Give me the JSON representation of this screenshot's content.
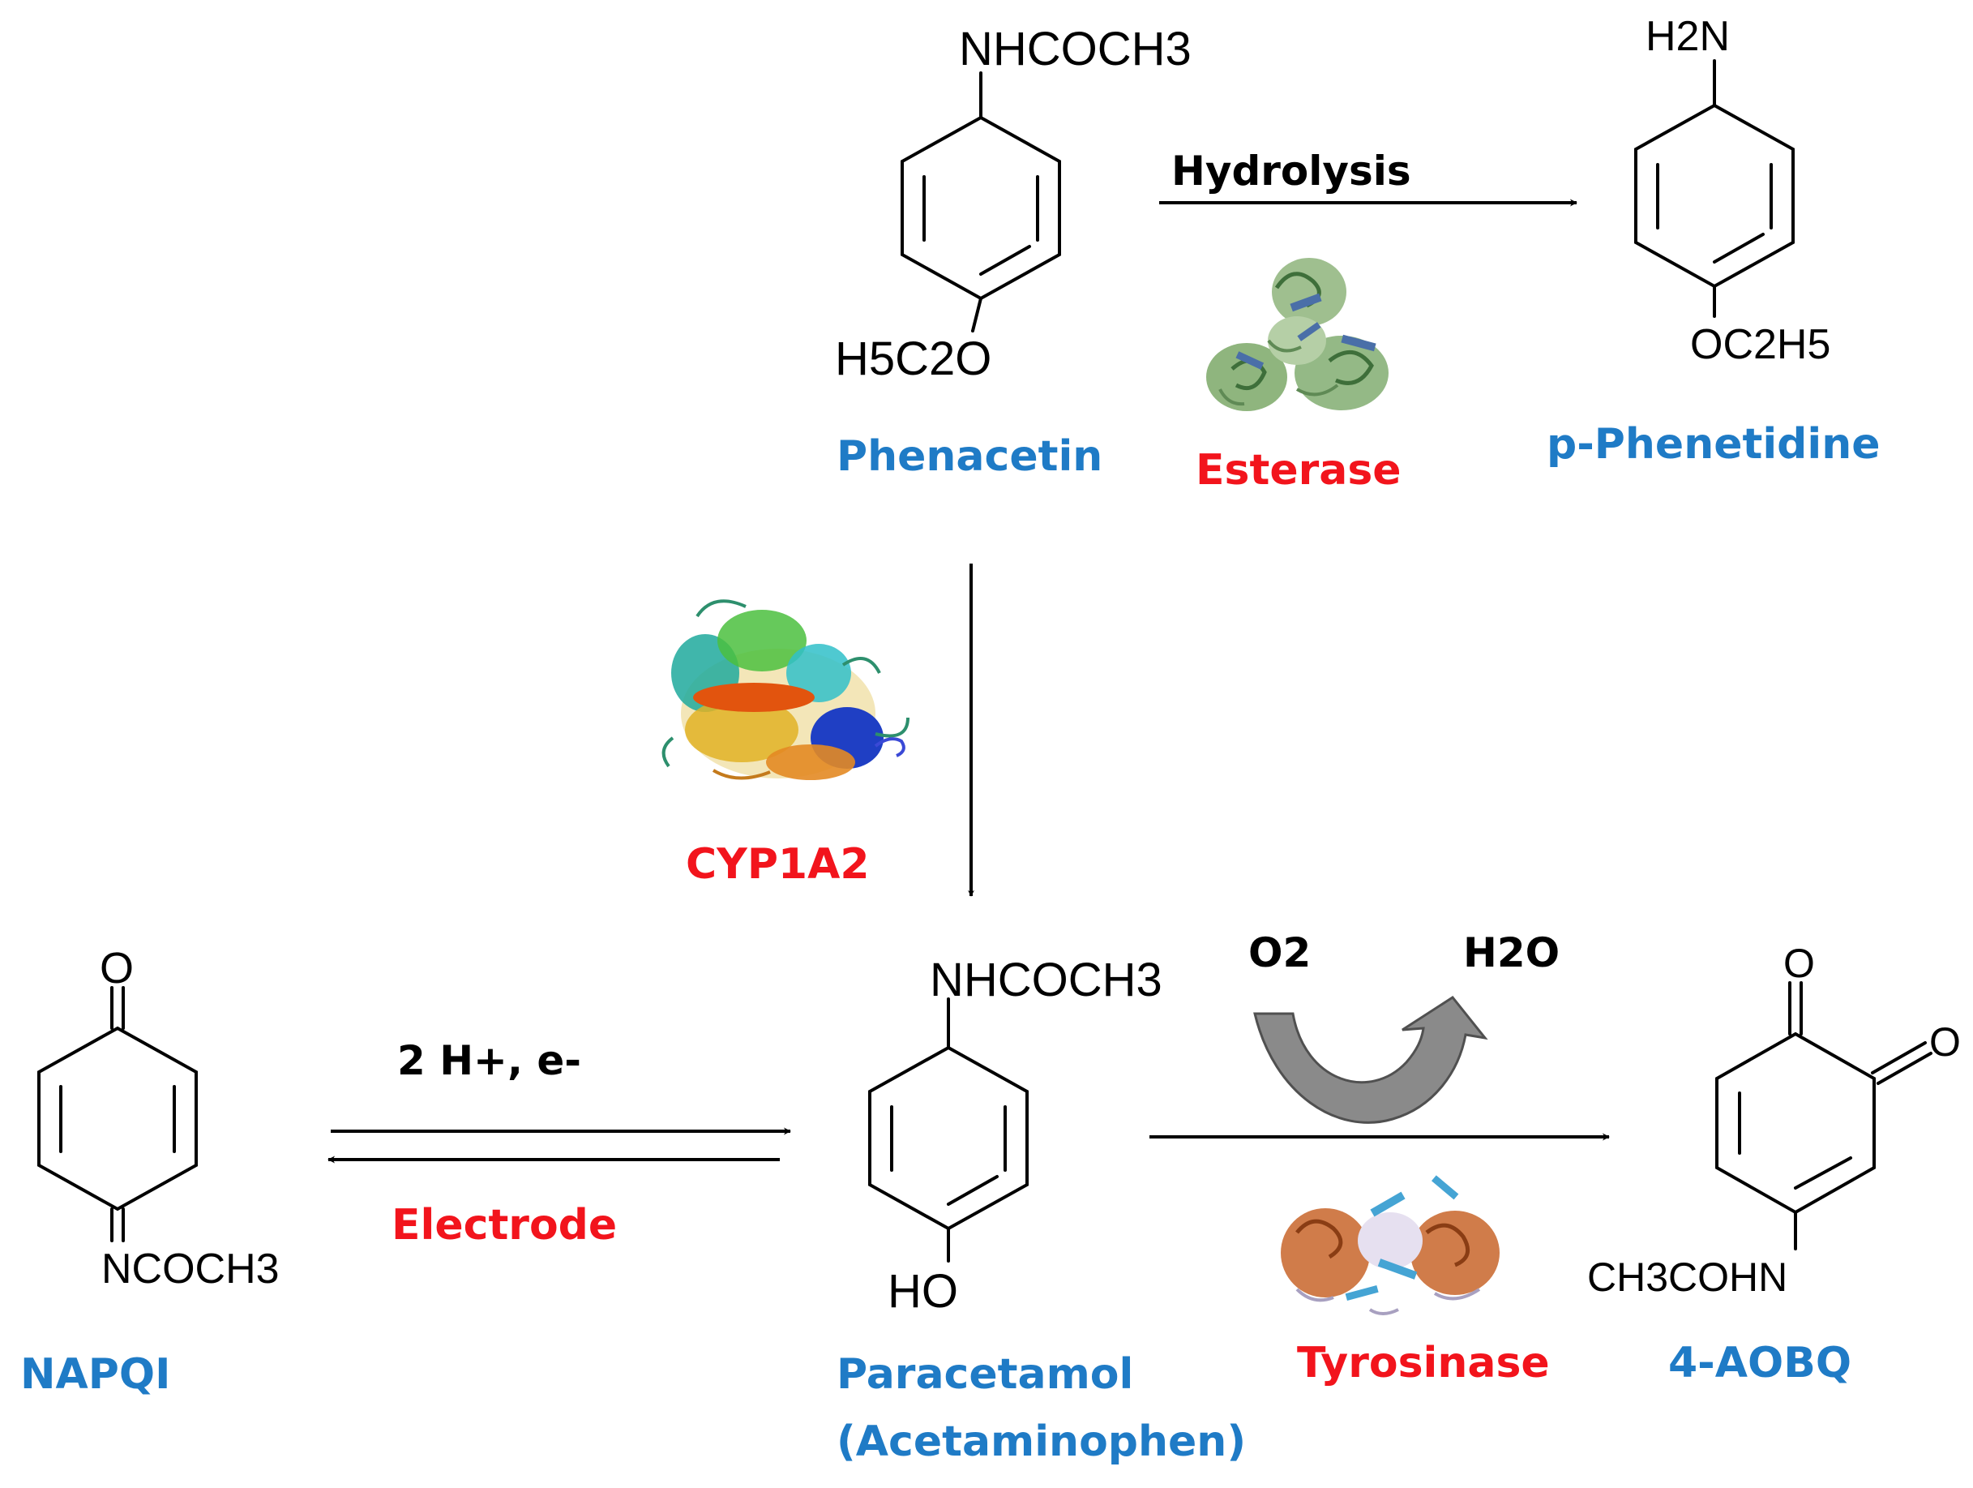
{
  "colors": {
    "compound_name": "#1f7bc6",
    "enzyme_name": "#f2141c",
    "text": "#000000",
    "curved_arrow": "#808080"
  },
  "compounds": {
    "phenacetin": {
      "name": "Phenacetin",
      "top_group": "NHCOCH3",
      "bottom_group": "H5C2O"
    },
    "p_phenetidine": {
      "name": "p-Phenetidine",
      "top_group": "H2N",
      "bottom_group": "OC2H5"
    },
    "paracetamol": {
      "name_line1": "Paracetamol",
      "name_line2": "(Acetaminophen)",
      "top_group": "NHCOCH3",
      "bottom_group": "HO"
    },
    "napqi": {
      "name": "NAPQI",
      "top_group": "O",
      "bottom_group": "NCOCH3"
    },
    "aobq": {
      "name": "4-AOBQ",
      "oxygen_1": "O",
      "oxygen_2": "O",
      "bottom_group": "CH3COHN"
    }
  },
  "reactions": {
    "hydrolysis": {
      "label": "Hydrolysis",
      "enzyme": "Esterase",
      "enzyme_icon": "esterase-protein-structure"
    },
    "oxidation": {
      "enzyme": "CYP1A2",
      "enzyme_icon": "cyp1a2-protein-structure"
    },
    "electrochemical": {
      "label": "2 H+,  e-",
      "enzyme": "Electrode"
    },
    "tyrosinase": {
      "reactant": "O2",
      "product": "H2O",
      "enzyme": "Tyrosinase",
      "enzyme_icon": "tyrosinase-protein-structure"
    }
  }
}
